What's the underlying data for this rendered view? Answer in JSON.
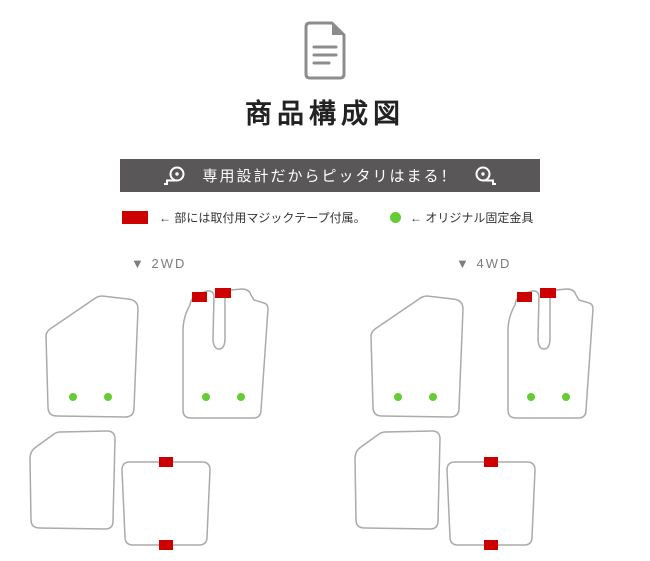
{
  "title": "商品構成図",
  "banner": {
    "text": "専用設計だからピッタリはまる！"
  },
  "legend": {
    "velcro": "← 部には取付用マジックテープ付属。",
    "fixing": "← オリジナル固定金具"
  },
  "sections": [
    {
      "id": "2wd",
      "label": "▼ 2WD"
    },
    {
      "id": "4wd",
      "label": "▼ 4WD"
    }
  ],
  "icons": {
    "header": "document-memo-icon",
    "banner_left": "measuring-tape-icon",
    "banner_right": "measuring-tape-icon",
    "legend_velcro_marker": "red-rect-swatch",
    "legend_fixing_marker": "green-dot"
  },
  "colors": {
    "accent-red": "#cc0000",
    "accent-green": "#66cc33",
    "banner-bg": "#595757",
    "mat-outline": "#aaaaaa",
    "icon-gray": "#8c8c8c"
  }
}
